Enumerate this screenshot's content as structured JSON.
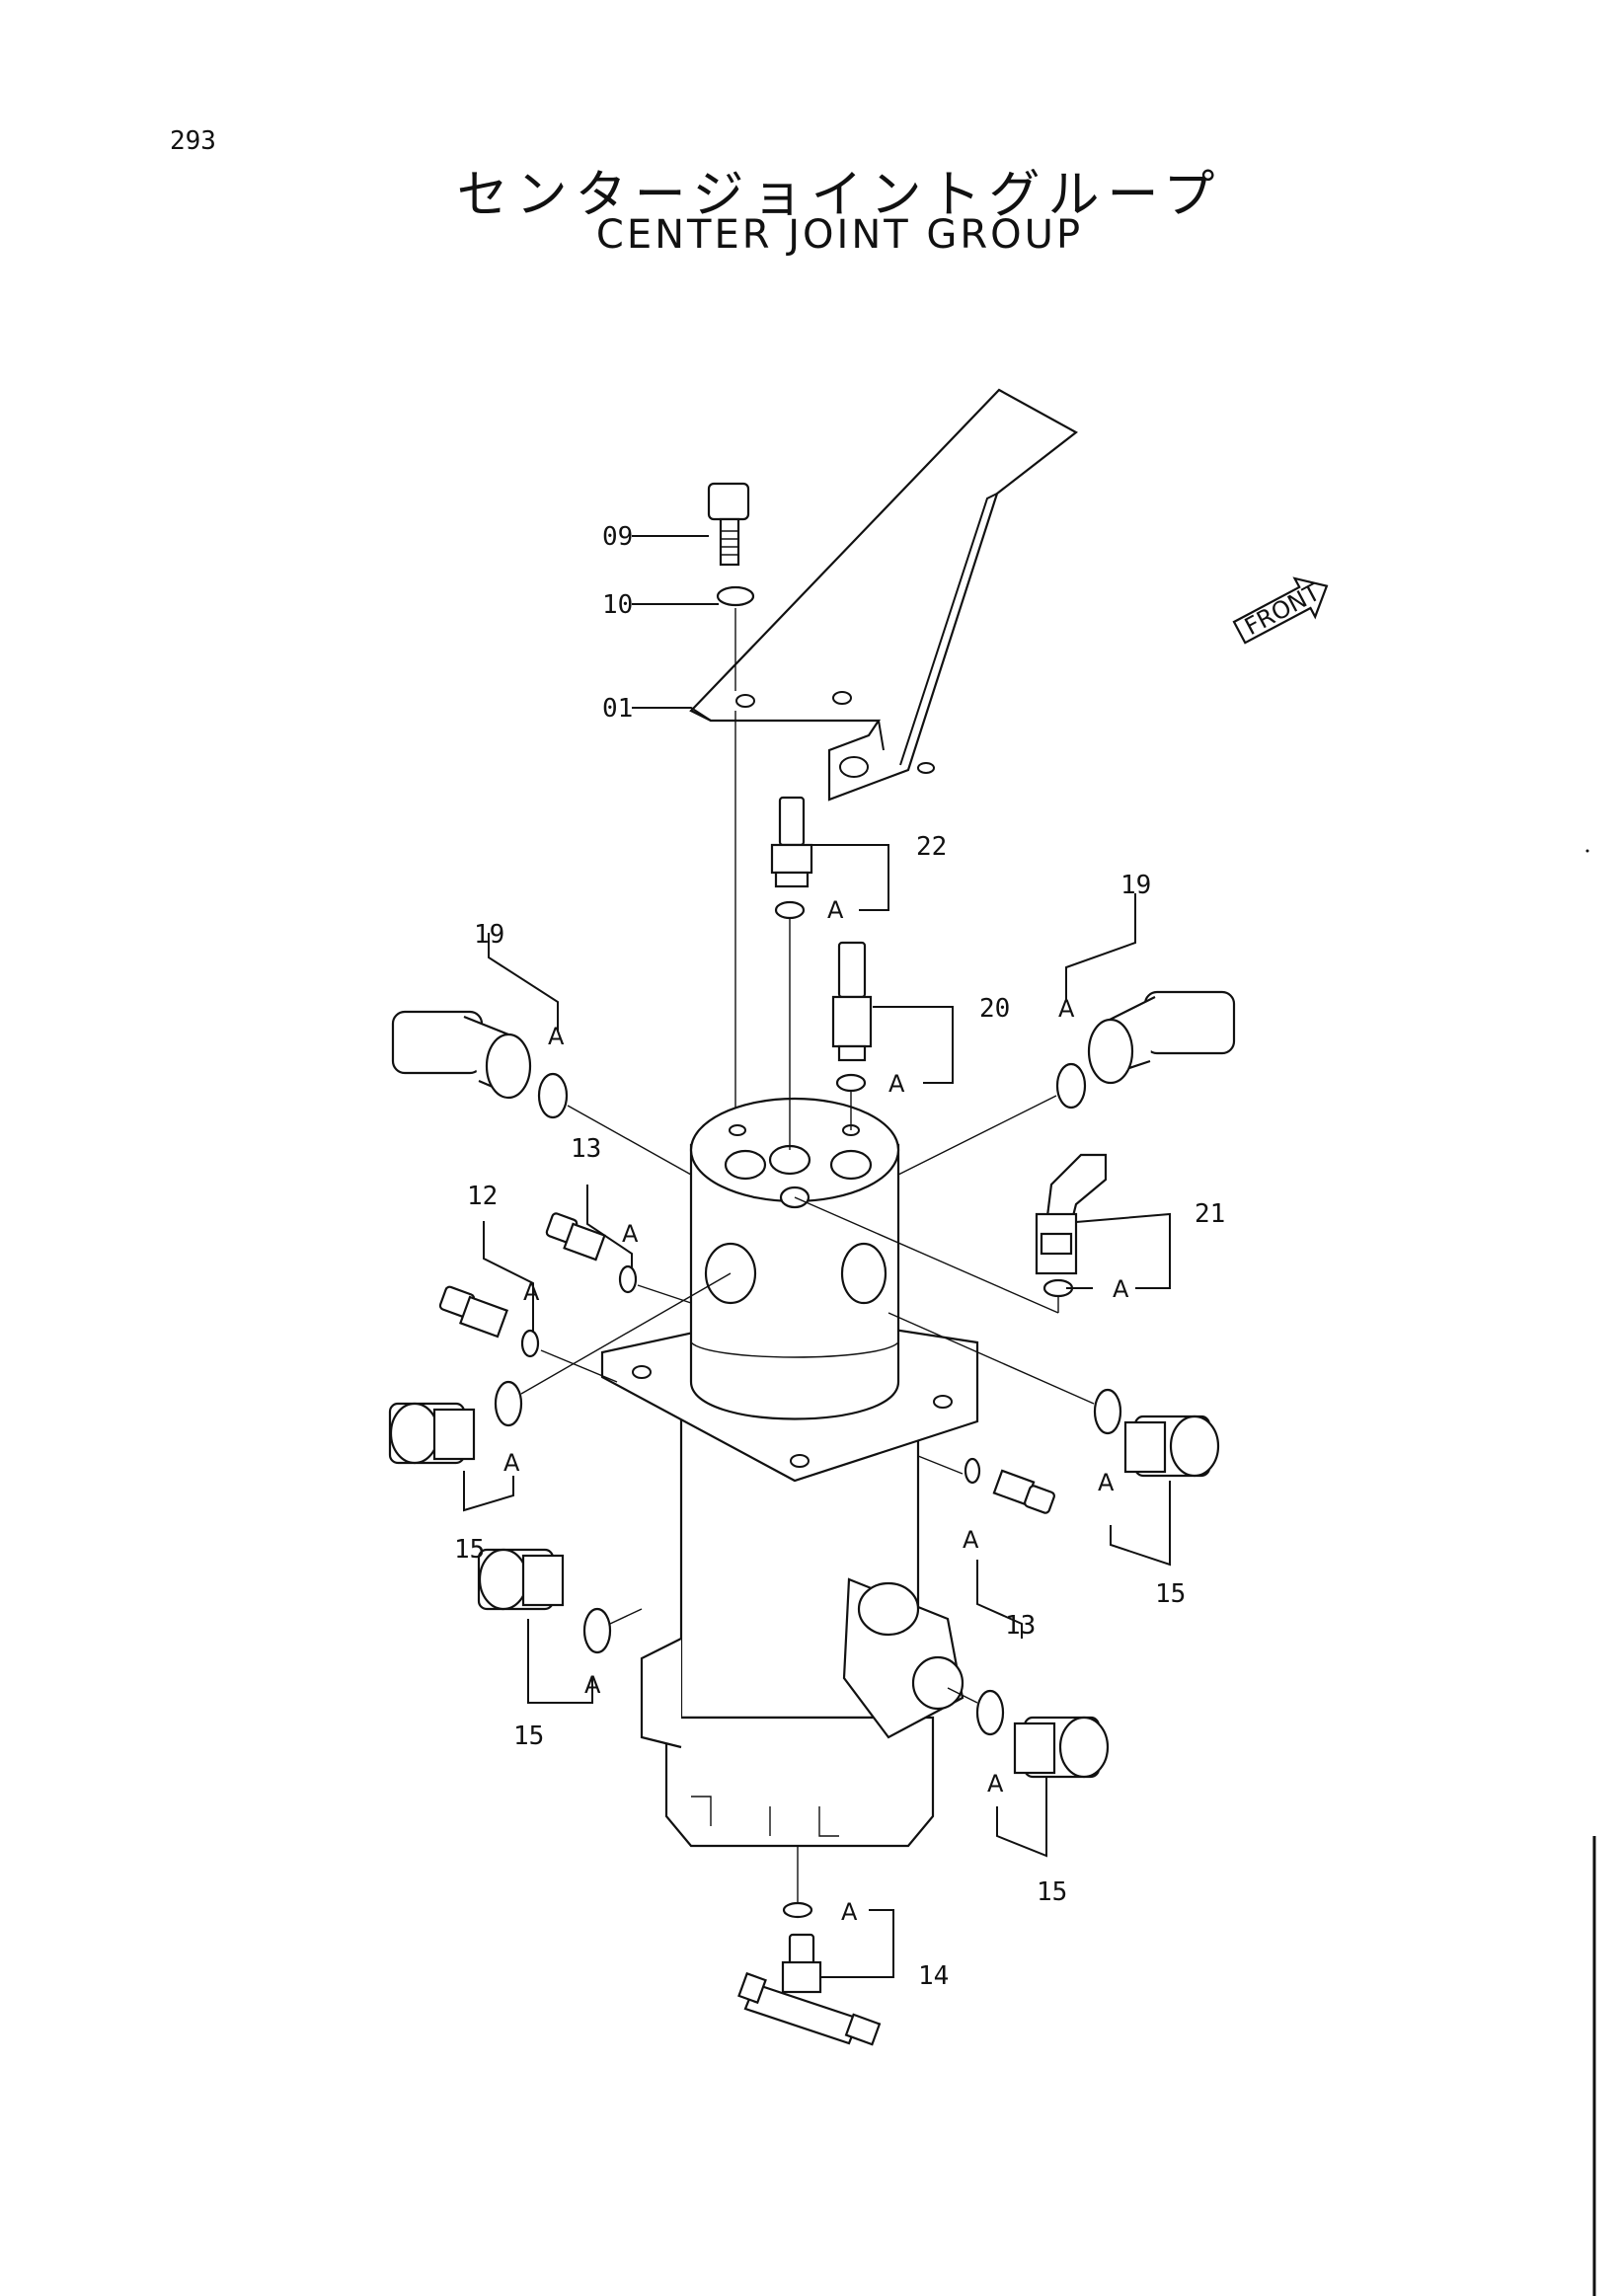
{
  "page": {
    "number": "293"
  },
  "title": {
    "japanese": "センタージョイントグループ",
    "english": "CENTER JOINT GROUP"
  },
  "front_label": "FRONT",
  "callouts": [
    {
      "id": "c09",
      "label": "09"
    },
    {
      "id": "c10",
      "label": "10"
    },
    {
      "id": "c01",
      "label": "01"
    },
    {
      "id": "c22",
      "label": "22"
    },
    {
      "id": "c20",
      "label": "20"
    },
    {
      "id": "c19l",
      "label": "19"
    },
    {
      "id": "c19r",
      "label": "19"
    },
    {
      "id": "c13l",
      "label": "13"
    },
    {
      "id": "c12",
      "label": "12"
    },
    {
      "id": "c21",
      "label": "21"
    },
    {
      "id": "c15a",
      "label": "15"
    },
    {
      "id": "c15b",
      "label": "15"
    },
    {
      "id": "c15c",
      "label": "15"
    },
    {
      "id": "c15d",
      "label": "15"
    },
    {
      "id": "c13r",
      "label": "13"
    },
    {
      "id": "c14",
      "label": "14"
    }
  ],
  "seal_label": "A"
}
